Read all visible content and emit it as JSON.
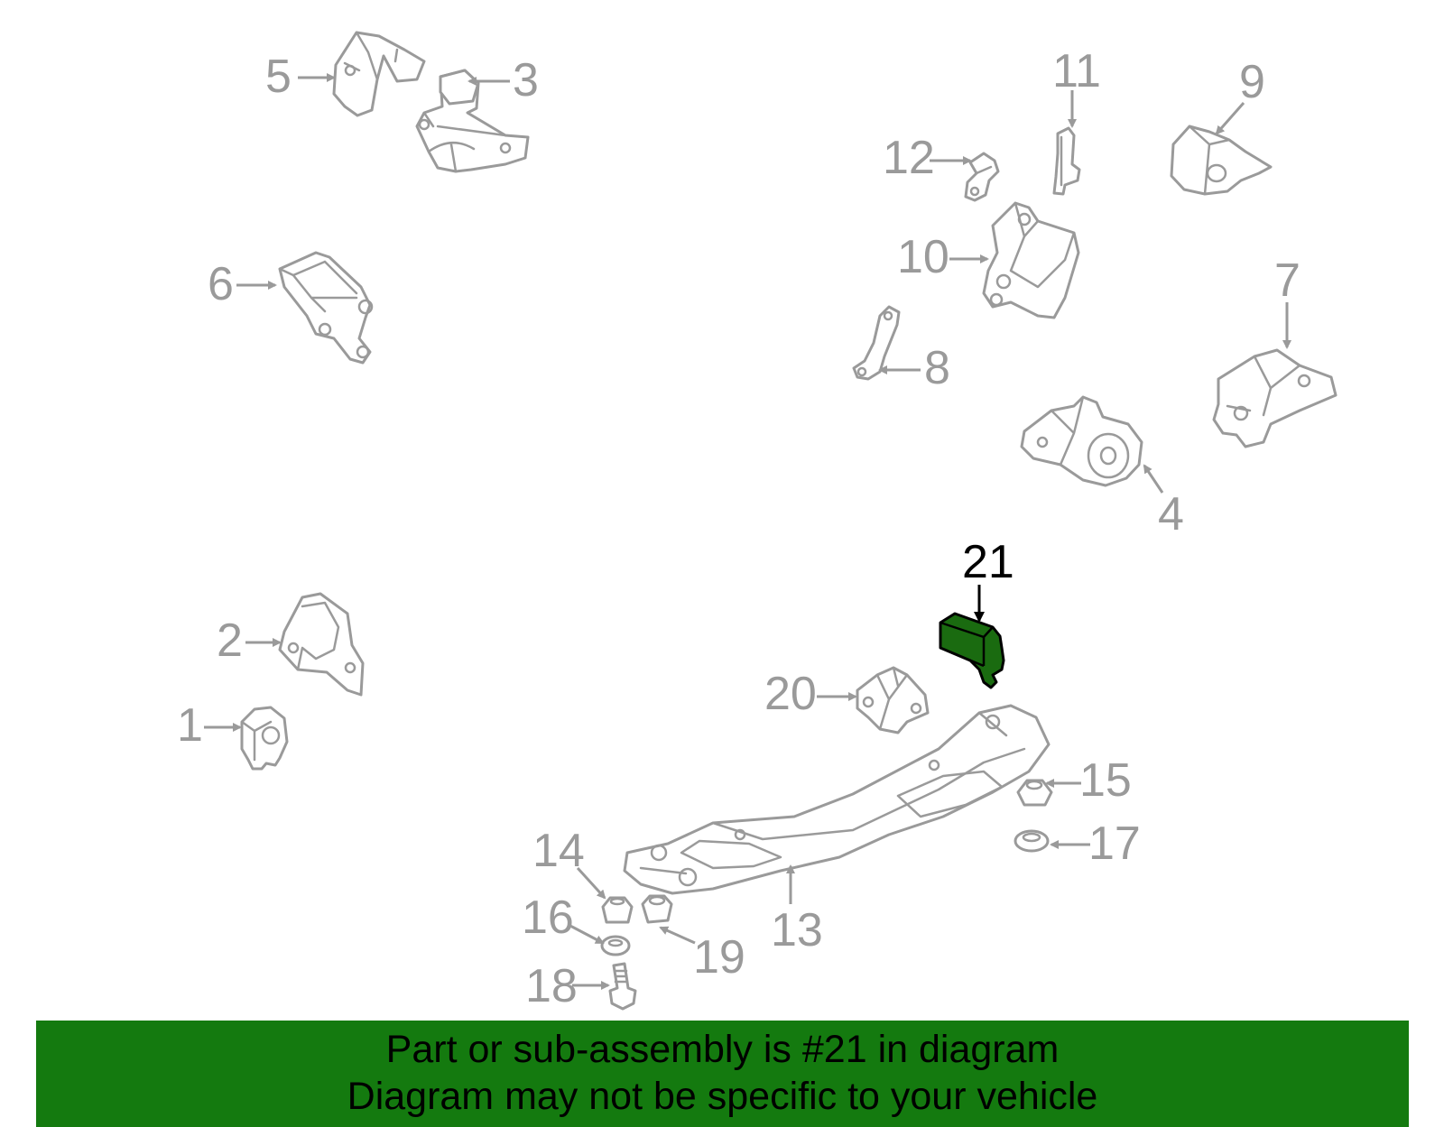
{
  "diagram": {
    "highlight_part": "21",
    "colors": {
      "part_line": "#9a9a9a",
      "highlight_fill": "#1a6b10",
      "banner_bg": "#147a0f",
      "label_highlight": "#000000"
    },
    "labels": {
      "p1": "1",
      "p2": "2",
      "p3": "3",
      "p4": "4",
      "p5": "5",
      "p6": "6",
      "p7": "7",
      "p8": "8",
      "p9": "9",
      "p10": "10",
      "p11": "11",
      "p12": "12",
      "p13": "13",
      "p14": "14",
      "p15": "15",
      "p16": "16",
      "p17": "17",
      "p18": "18",
      "p19": "19",
      "p20": "20",
      "p21": "21"
    }
  },
  "banner": {
    "line1": "Part or sub-assembly is #21 in diagram",
    "line2": "Diagram may not be specific to your vehicle"
  }
}
